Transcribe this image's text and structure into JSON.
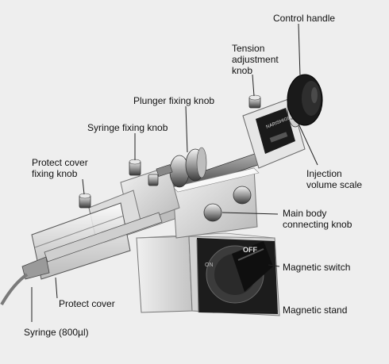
{
  "labels": {
    "control_handle": "Control handle",
    "tension_adjustment_knob": "Tension\nadjustment\nknob",
    "plunger_fixing_knob": "Plunger fixing knob",
    "syringe_fixing_knob": "Syringe fixing knob",
    "protect_cover_fixing_knob": "Protect cover\nfixing knob",
    "injection_volume_scale": "Injection\nvolume scale",
    "main_body_connecting_knob": "Main body\nconnecting knob",
    "magnetic_switch": "Magnetic switch",
    "magnetic_stand": "Magnetic stand",
    "protect_cover": "Protect cover",
    "syringe": "Syringe (800µl)"
  },
  "device_markings": {
    "brand": "NARISHIGE",
    "switch_off": "OFF",
    "switch_on": "ON"
  },
  "colors": {
    "background": "#eeeeee",
    "label_text": "#111111",
    "leader_line": "#222222"
  }
}
